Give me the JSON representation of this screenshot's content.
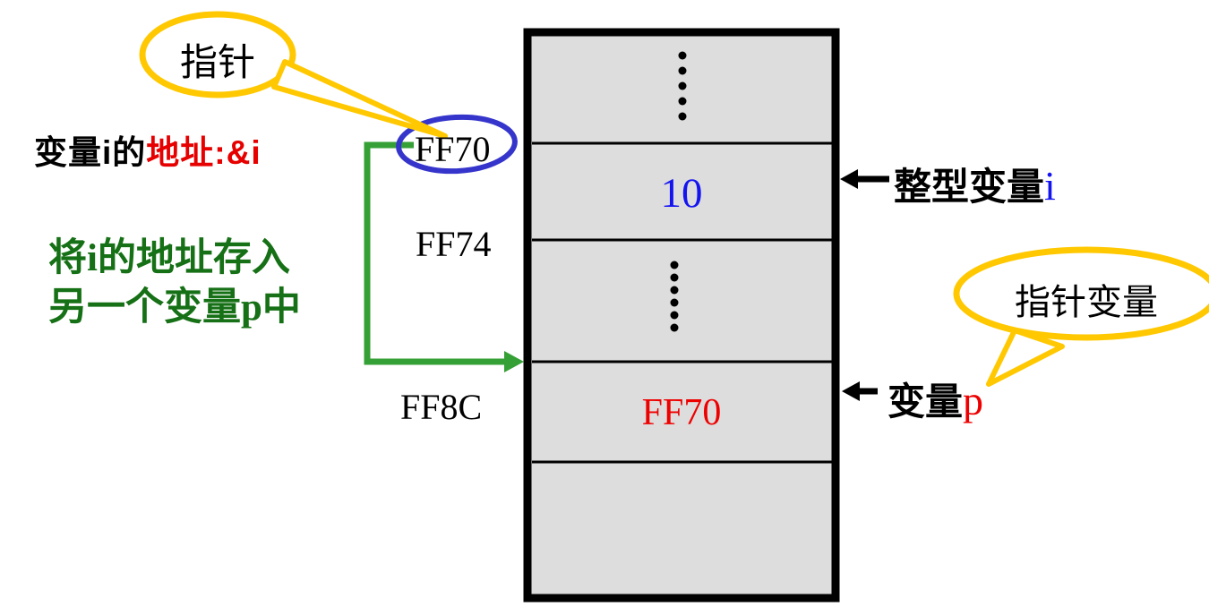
{
  "figure": {
    "bubbles": {
      "pointer": "指针",
      "pointer_variable": "指针变量"
    },
    "address_note": {
      "prefix": "变量i的",
      "highlight": "地址:&i"
    },
    "green_note": {
      "line1": "将i的地址存入",
      "line2": "另一个变量p中"
    },
    "memory": {
      "address_labels": [
        "FF70",
        "FF74",
        "FF8C"
      ],
      "cells": {
        "int_cell_value": "10",
        "pointer_cell_value": "FF70"
      }
    },
    "right_labels": {
      "int_var_text": "整型变量",
      "int_var_letter": "i",
      "p_var_text": "变量",
      "p_var_letter": "p"
    },
    "colors": {
      "bubble_stroke": "#FFC800",
      "green_arrow": "#35A035",
      "green_text": "#167016",
      "highlight_red": "#E60000",
      "value_blue": "#1414F0",
      "value_red": "#EE0000",
      "annotation_circle_blue": "#3535CC",
      "memory_fill": "#DDDDDD"
    }
  }
}
